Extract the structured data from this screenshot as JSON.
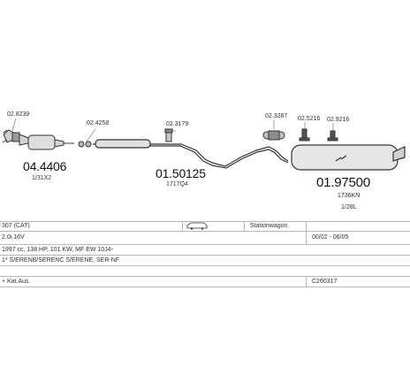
{
  "diagram": {
    "parts": [
      {
        "ref": "02.8239"
      },
      {
        "ref": "04.4406",
        "sub": "1/31X2"
      },
      {
        "ref": "02.4258"
      },
      {
        "ref": "02.3179"
      },
      {
        "ref": "01.50125",
        "sub": "1717Q4"
      },
      {
        "ref": "02.3287"
      },
      {
        "ref": "02.5216"
      },
      {
        "ref": "02.9216"
      },
      {
        "ref": "01.97500",
        "sub": "1736KN",
        "sub2": "1/28L"
      }
    ]
  },
  "table": {
    "model": "307 (CAT)",
    "body_type": "Stationwagon",
    "engine": "2.0i 16V",
    "years": "00/02 - 06/05",
    "spec": "1997 cc, 138 HP, 101 KW, MF EW 10J4-",
    "notes": "1* S/ERENB/SERENC S/ERENE, SER-NF",
    "catalyst": "+ Kat.Aus.",
    "code": "C260317"
  }
}
